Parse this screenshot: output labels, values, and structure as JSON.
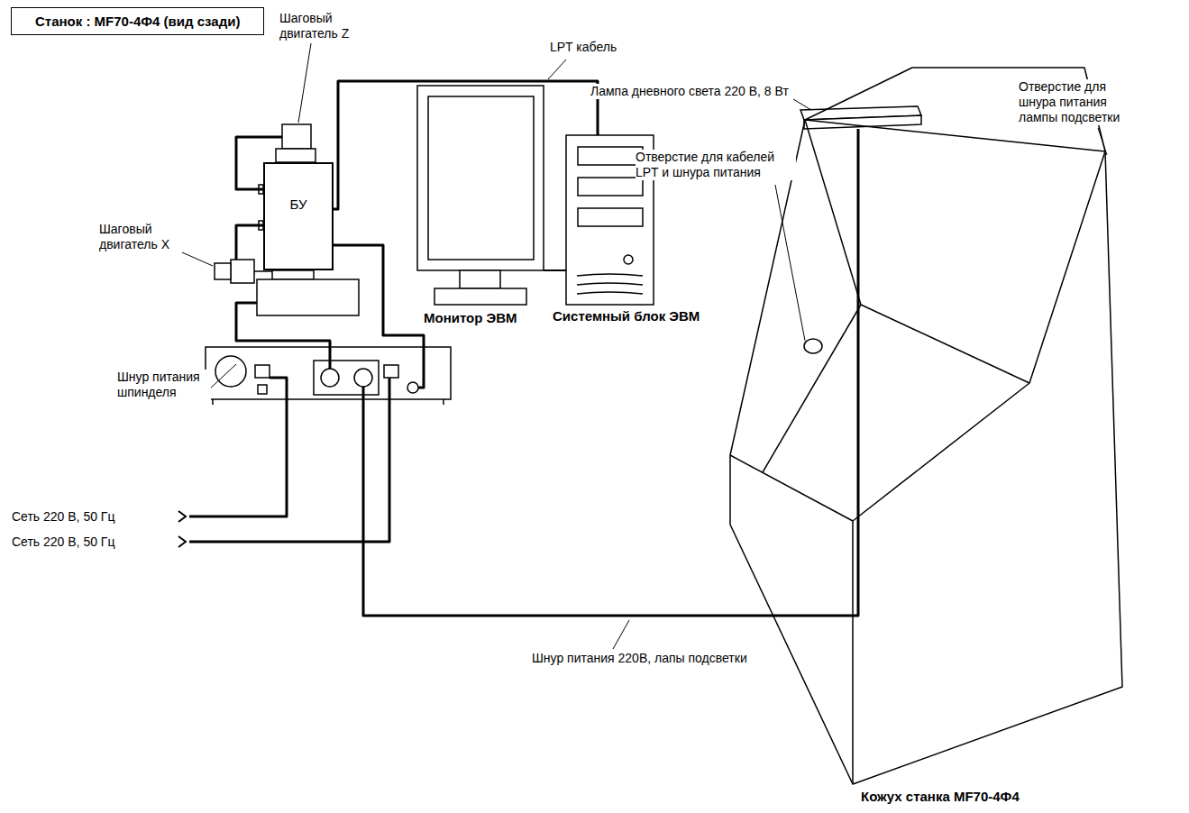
{
  "diagram": {
    "title": "Станок : MF70-4Ф4 (вид сзади)",
    "nodes": [
      {
        "text": [
          "БУ"
        ]
      },
      {
        "text": [
          "Монитор ЭВМ"
        ]
      },
      {
        "text": [
          "Системный блок ЭВМ"
        ]
      },
      {
        "text": [
          "Кожух станка MF70-4Ф4"
        ]
      }
    ],
    "edges": [
      {
        "from": 0,
        "to": 2,
        "arrow": "none",
        "label": "LPT кабель"
      }
    ],
    "labels": [
      "Шаговый двигатель Z",
      "Шаговый двигатель X",
      "Шнур питания шпинделя",
      "Сеть 220 В, 50 Гц",
      "Сеть 220 В, 50 Гц",
      "Лампа дневного света 220 В, 8 Вт",
      "Отверстие для кабелей LPT и шнура питания",
      "Отверстие для шнура питания лампы подсветки",
      "Шнур питания 220В, лапы подсветки"
    ]
  }
}
